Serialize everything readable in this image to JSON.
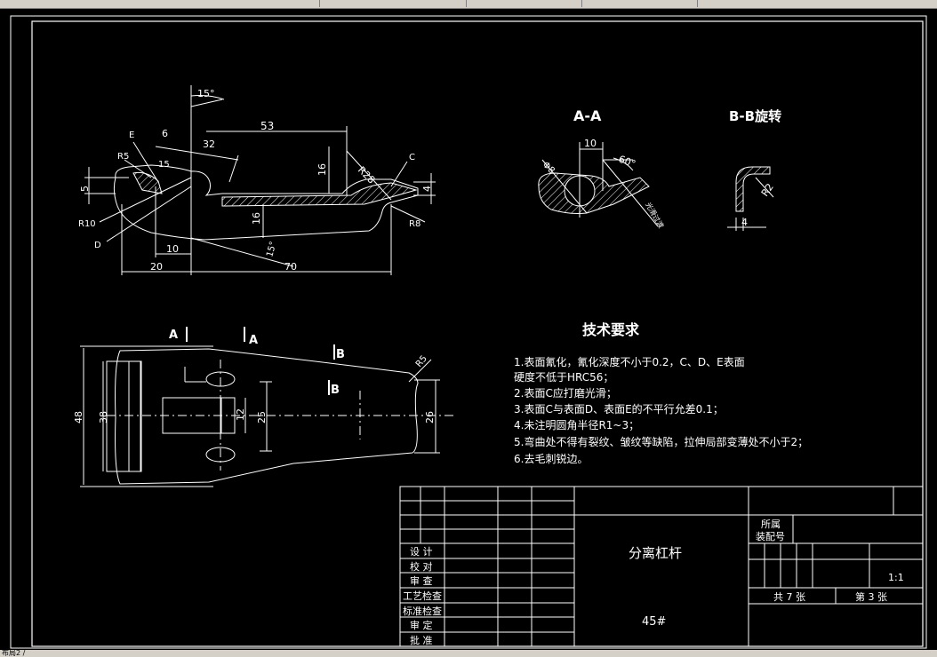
{
  "window": {
    "tabs": [
      "",
      "",
      "",
      "",
      ""
    ],
    "status_text": "布局2 /"
  },
  "views": {
    "section_aa_title": "A-A",
    "section_bb_title": "B-B旋转",
    "section_marker_a": "A",
    "section_marker_b": "B"
  },
  "dimensions": {
    "angle_top": "15°",
    "d53": "53",
    "d6": "6",
    "d32": "32",
    "d15": "15",
    "d16a": "16",
    "d16b": "16",
    "r28": "R28",
    "r5": "R5",
    "r10": "R10",
    "r8": "R8",
    "d5": "5",
    "d4": "4",
    "d10": "10",
    "d20": "20",
    "d70": "70",
    "angle_15b": "15°",
    "label_e": "E",
    "label_c": "C",
    "label_d": "D",
    "aa_10": "10",
    "aa_60": "60°",
    "aa_phi8": "Φ8",
    "aa_note": "光滑过渡",
    "bb_r2": "R2",
    "bb_4": "4",
    "plan_48": "48",
    "plan_38": "38",
    "plan_25": "25",
    "plan_12": "12",
    "plan_26": "26",
    "plan_r5": "R5"
  },
  "notes": {
    "title": "技术要求",
    "lines": [
      "1.表面氰化，氰化深度不小于0.2，C、D、E表面",
      "硬度不低于HRC56；",
      "2.表面C应打磨光滑；",
      "3.表面C与表面D、表面E的不平行允差0.1；",
      "4.未注明圆角半径R1~3；",
      "5.弯曲处不得有裂纹、皱纹等缺陷，拉伸局部变薄处不小于2；",
      "6.去毛刺锐边。"
    ]
  },
  "title_block": {
    "part_name": "分离杠杆",
    "material": "45#",
    "assembly_label_1": "所属",
    "assembly_label_2": "装配号",
    "scale": "1:1",
    "sheet_total": "共 7 张",
    "sheet_num": "第 3 张",
    "rows": [
      "设 计",
      "校 对",
      "审 查",
      "工艺检查",
      "标准检查",
      "审 定",
      "批 准"
    ]
  },
  "colors": {
    "background": "#000000",
    "lines": "#ffffff",
    "chrome": "#d4d0c8"
  }
}
